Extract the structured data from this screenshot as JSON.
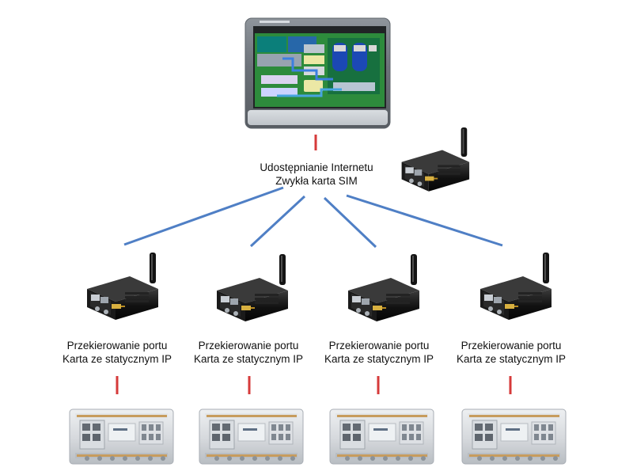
{
  "central": {
    "line1": "Udostępnianie Internetu",
    "line2": "Zwykła karta SIM"
  },
  "nodes": [
    {
      "line1": "Przekierowanie portu",
      "line2": "Karta ze statycznym IP"
    },
    {
      "line1": "Przekierowanie portu",
      "line2": "Karta ze statycznym IP"
    },
    {
      "line1": "Przekierowanie portu",
      "line2": "Karta ze statycznym IP"
    },
    {
      "line1": "Przekierowanie portu",
      "line2": "Karta ze statycznym IP"
    }
  ],
  "colors": {
    "blue_link": "#4f7fc5",
    "red_link": "#d63a3a",
    "hmi_screen": "#2d8b3c",
    "router_body": "#141414",
    "controller_body": "#cfd3d8"
  }
}
